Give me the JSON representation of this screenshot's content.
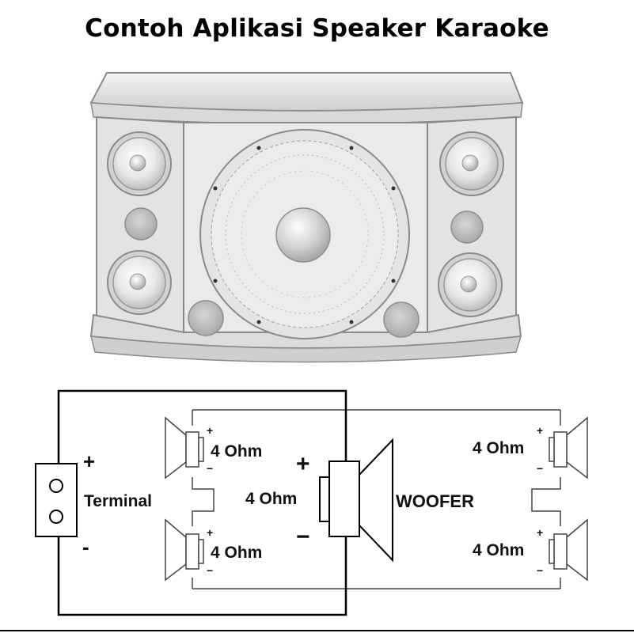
{
  "title": "Contoh Aplikasi Speaker Karaoke",
  "colors": {
    "cabinet_light": "#e9e9e9",
    "cabinet_mid": "#d0d0d0",
    "cabinet_edge": "#7a7a7a",
    "wire": "#000000",
    "diagram_line": "#444444"
  },
  "speaker_cabinet": {
    "tweeters": 4,
    "ports": 4,
    "woofer": 1
  },
  "wiring": {
    "terminal_label": "Terminal",
    "terminal_plus": "+",
    "terminal_minus": "-",
    "woofer_label": "WOOFER",
    "woofer_plus": "+",
    "woofer_minus": "−",
    "woofer_impedance": "4 Ohm",
    "left_top_impedance": "4 Ohm",
    "left_bottom_impedance": "4 Ohm",
    "right_top_impedance": "4 Ohm",
    "right_bottom_impedance": "4 Ohm",
    "small_plus": "+",
    "small_minus": "−"
  }
}
